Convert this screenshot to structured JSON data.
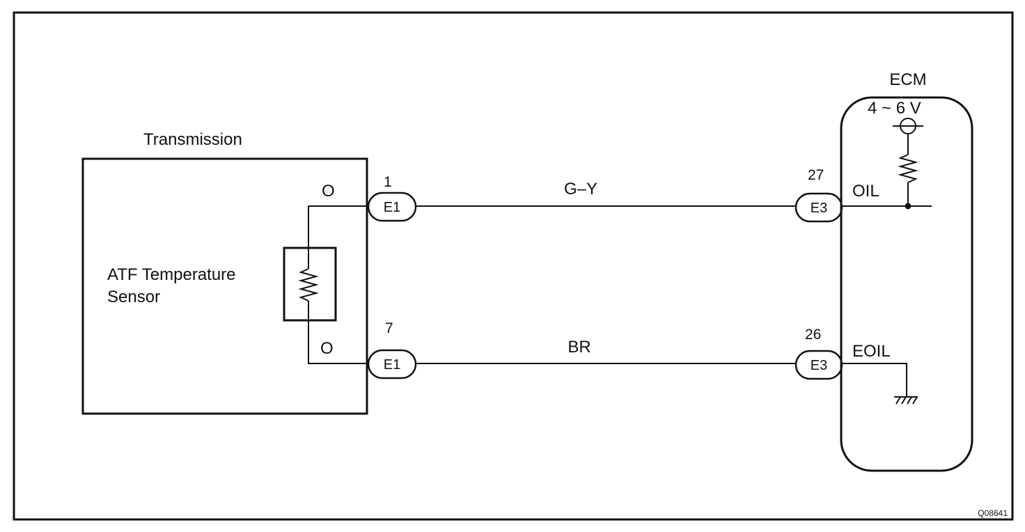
{
  "transmission": {
    "title": "Transmission",
    "sensor_label_line1": "ATF Temperature",
    "sensor_label_line2": "Sensor",
    "wire_color_top": "O",
    "wire_color_bottom": "O"
  },
  "ecm": {
    "title": "ECM",
    "voltage": "4 ~ 6 V",
    "terminal_oil": "OIL",
    "terminal_eoil": "EOIL"
  },
  "connections": [
    {
      "left_pin": "1",
      "left_connector": "E1",
      "wire": "G–Y",
      "right_pin": "27",
      "right_connector": "E3"
    },
    {
      "left_pin": "7",
      "left_connector": "E1",
      "wire": "BR",
      "right_pin": "26",
      "right_connector": "E3"
    }
  ],
  "figure_code": "Q08641"
}
